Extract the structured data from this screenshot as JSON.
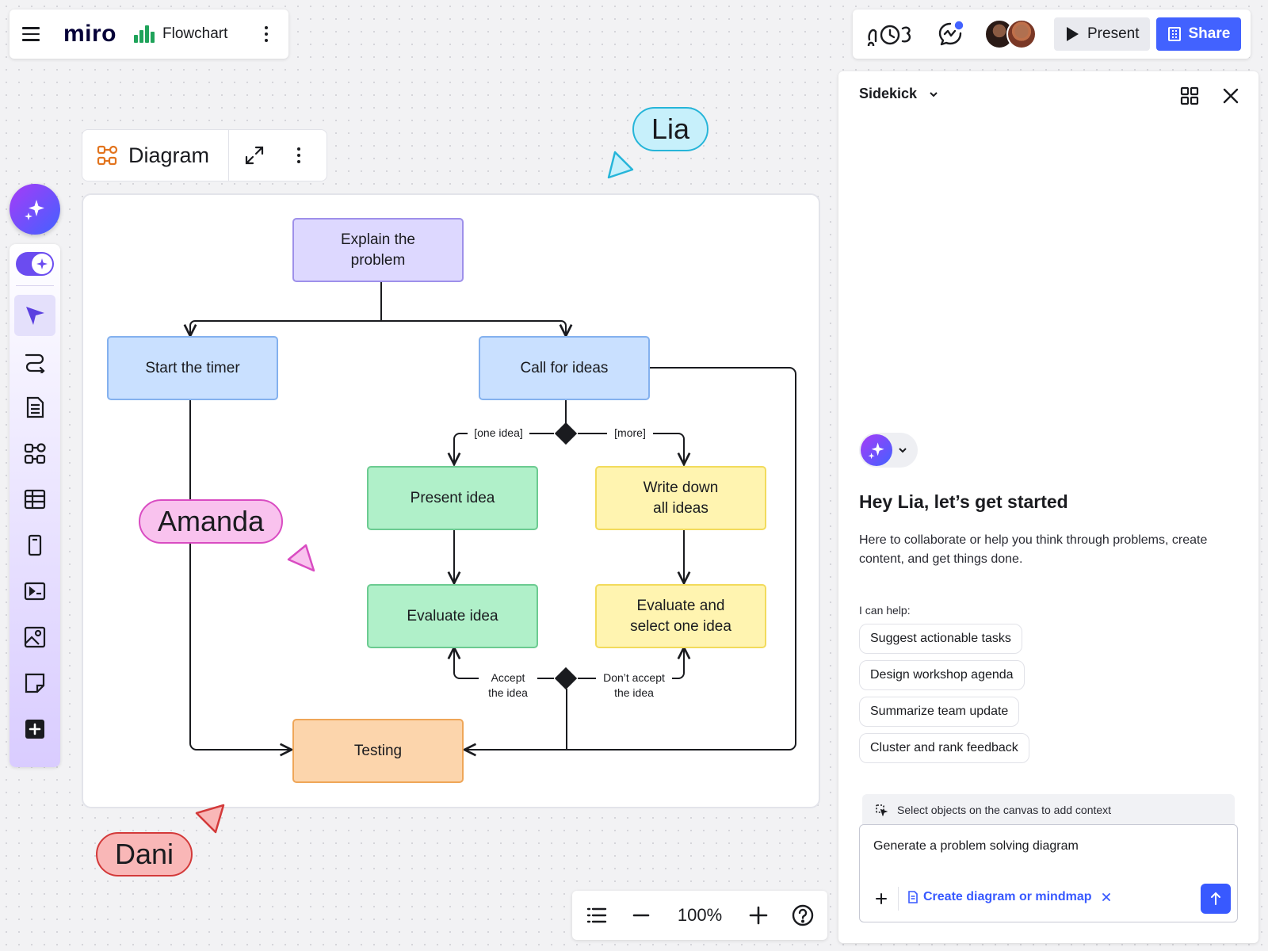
{
  "app": {
    "logo": "miro",
    "board_name": "Flowchart"
  },
  "header": {
    "present_label": "Present",
    "share_label": "Share",
    "icons": [
      "timer-icon",
      "reactions-icon"
    ],
    "colors": {
      "share": "#4262ff",
      "accent": "#6b4cf0"
    }
  },
  "toolbar": {
    "tools": [
      {
        "name": "select-tool",
        "icon": "cursor-arrow-icon",
        "active": true
      },
      {
        "name": "connector-tool",
        "icon": "connector-icon"
      },
      {
        "name": "text-doc-tool",
        "icon": "document-icon"
      },
      {
        "name": "diagram-tool",
        "icon": "shapes-diagram-icon"
      },
      {
        "name": "table-tool",
        "icon": "table-icon"
      },
      {
        "name": "card-tool",
        "icon": "card-icon"
      },
      {
        "name": "slides-tool",
        "icon": "slides-icon"
      },
      {
        "name": "image-tool",
        "icon": "image-icon"
      },
      {
        "name": "sticky-note-tool",
        "icon": "sticky-note-icon"
      },
      {
        "name": "more-tools",
        "icon": "plus-square-icon"
      }
    ]
  },
  "diagram": {
    "title": "Diagram",
    "nodes": {
      "explain": "Explain the\nproblem",
      "timer": "Start the timer",
      "call": "Call for ideas",
      "present": "Present idea",
      "write": "Write down\nall ideas",
      "evaluate": "Evaluate idea",
      "select": "Evaluate and\nselect one idea",
      "testing": "Testing"
    },
    "edge_labels": {
      "one_idea": "[one idea]",
      "more": "[more]",
      "accept": "Accept\nthe idea",
      "dont_accept": "Don’t accept\nthe idea"
    },
    "colors": {
      "purple": "#ddd8ff",
      "blue": "#c9e0ff",
      "green": "#b0f0c9",
      "yellow": "#fff4b0",
      "orange": "#fcd5ac"
    }
  },
  "cursors": [
    {
      "name": "Lia",
      "fill": "#c7f0fb",
      "stroke": "#26b5d9"
    },
    {
      "name": "Amanda",
      "fill": "#f9c2ee",
      "stroke": "#d94cc2"
    },
    {
      "name": "Dani",
      "fill": "#f9b7b7",
      "stroke": "#d33a3a"
    }
  ],
  "sidekick": {
    "title": "Sidekick",
    "greeting": "Hey Lia, let’s get started",
    "description": "Here to collaborate or help you think through problems, create content, and get things done.",
    "can_help_label": "I can help:",
    "suggestions": [
      "Suggest actionable tasks",
      "Design workshop agenda",
      "Summarize team update",
      "Cluster and rank feedback"
    ],
    "context_hint": "Select objects on the canvas to add context",
    "prompt_value": "Generate a problem solving diagram",
    "chip_label": "Create diagram or mindmap"
  },
  "zoom": {
    "value": "100%"
  }
}
